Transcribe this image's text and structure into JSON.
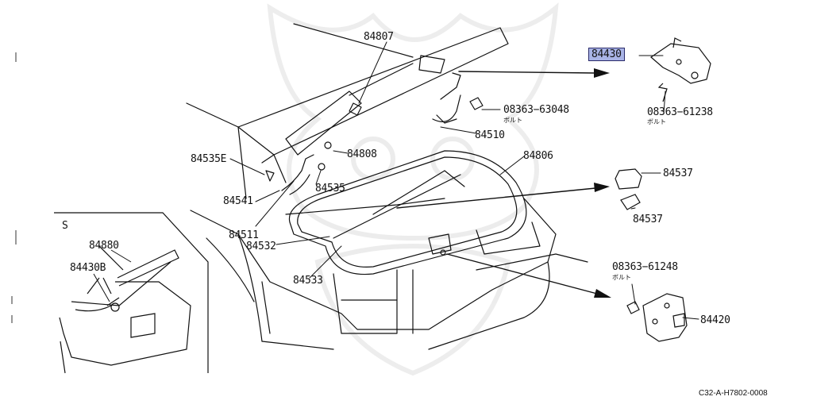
{
  "parts": {
    "p84807": "84807",
    "p84430": "84430",
    "p08363_63048": "08363−63048",
    "p08363_63048_sub": "ボルト",
    "p08363_61238": "08363−61238",
    "p08363_61238_sub": "ボルト",
    "p84510": "84510",
    "p84806": "84806",
    "p84808": "84808",
    "p84535E": "84535E",
    "p84535": "84535",
    "p84541": "84541",
    "p84511": "84511",
    "p84532": "84532",
    "p84533": "84533",
    "p84537a": "84537",
    "p84537b": "84537",
    "p08363_61248": "08363−61248",
    "p08363_61248_sub": "ボルト",
    "p84420": "84420",
    "p84880": "84880",
    "p84430B": "84430B"
  },
  "inset_label": "S",
  "diagram_code": "C32-A-H7802-0008",
  "highlight_color": "#a9b4e6"
}
